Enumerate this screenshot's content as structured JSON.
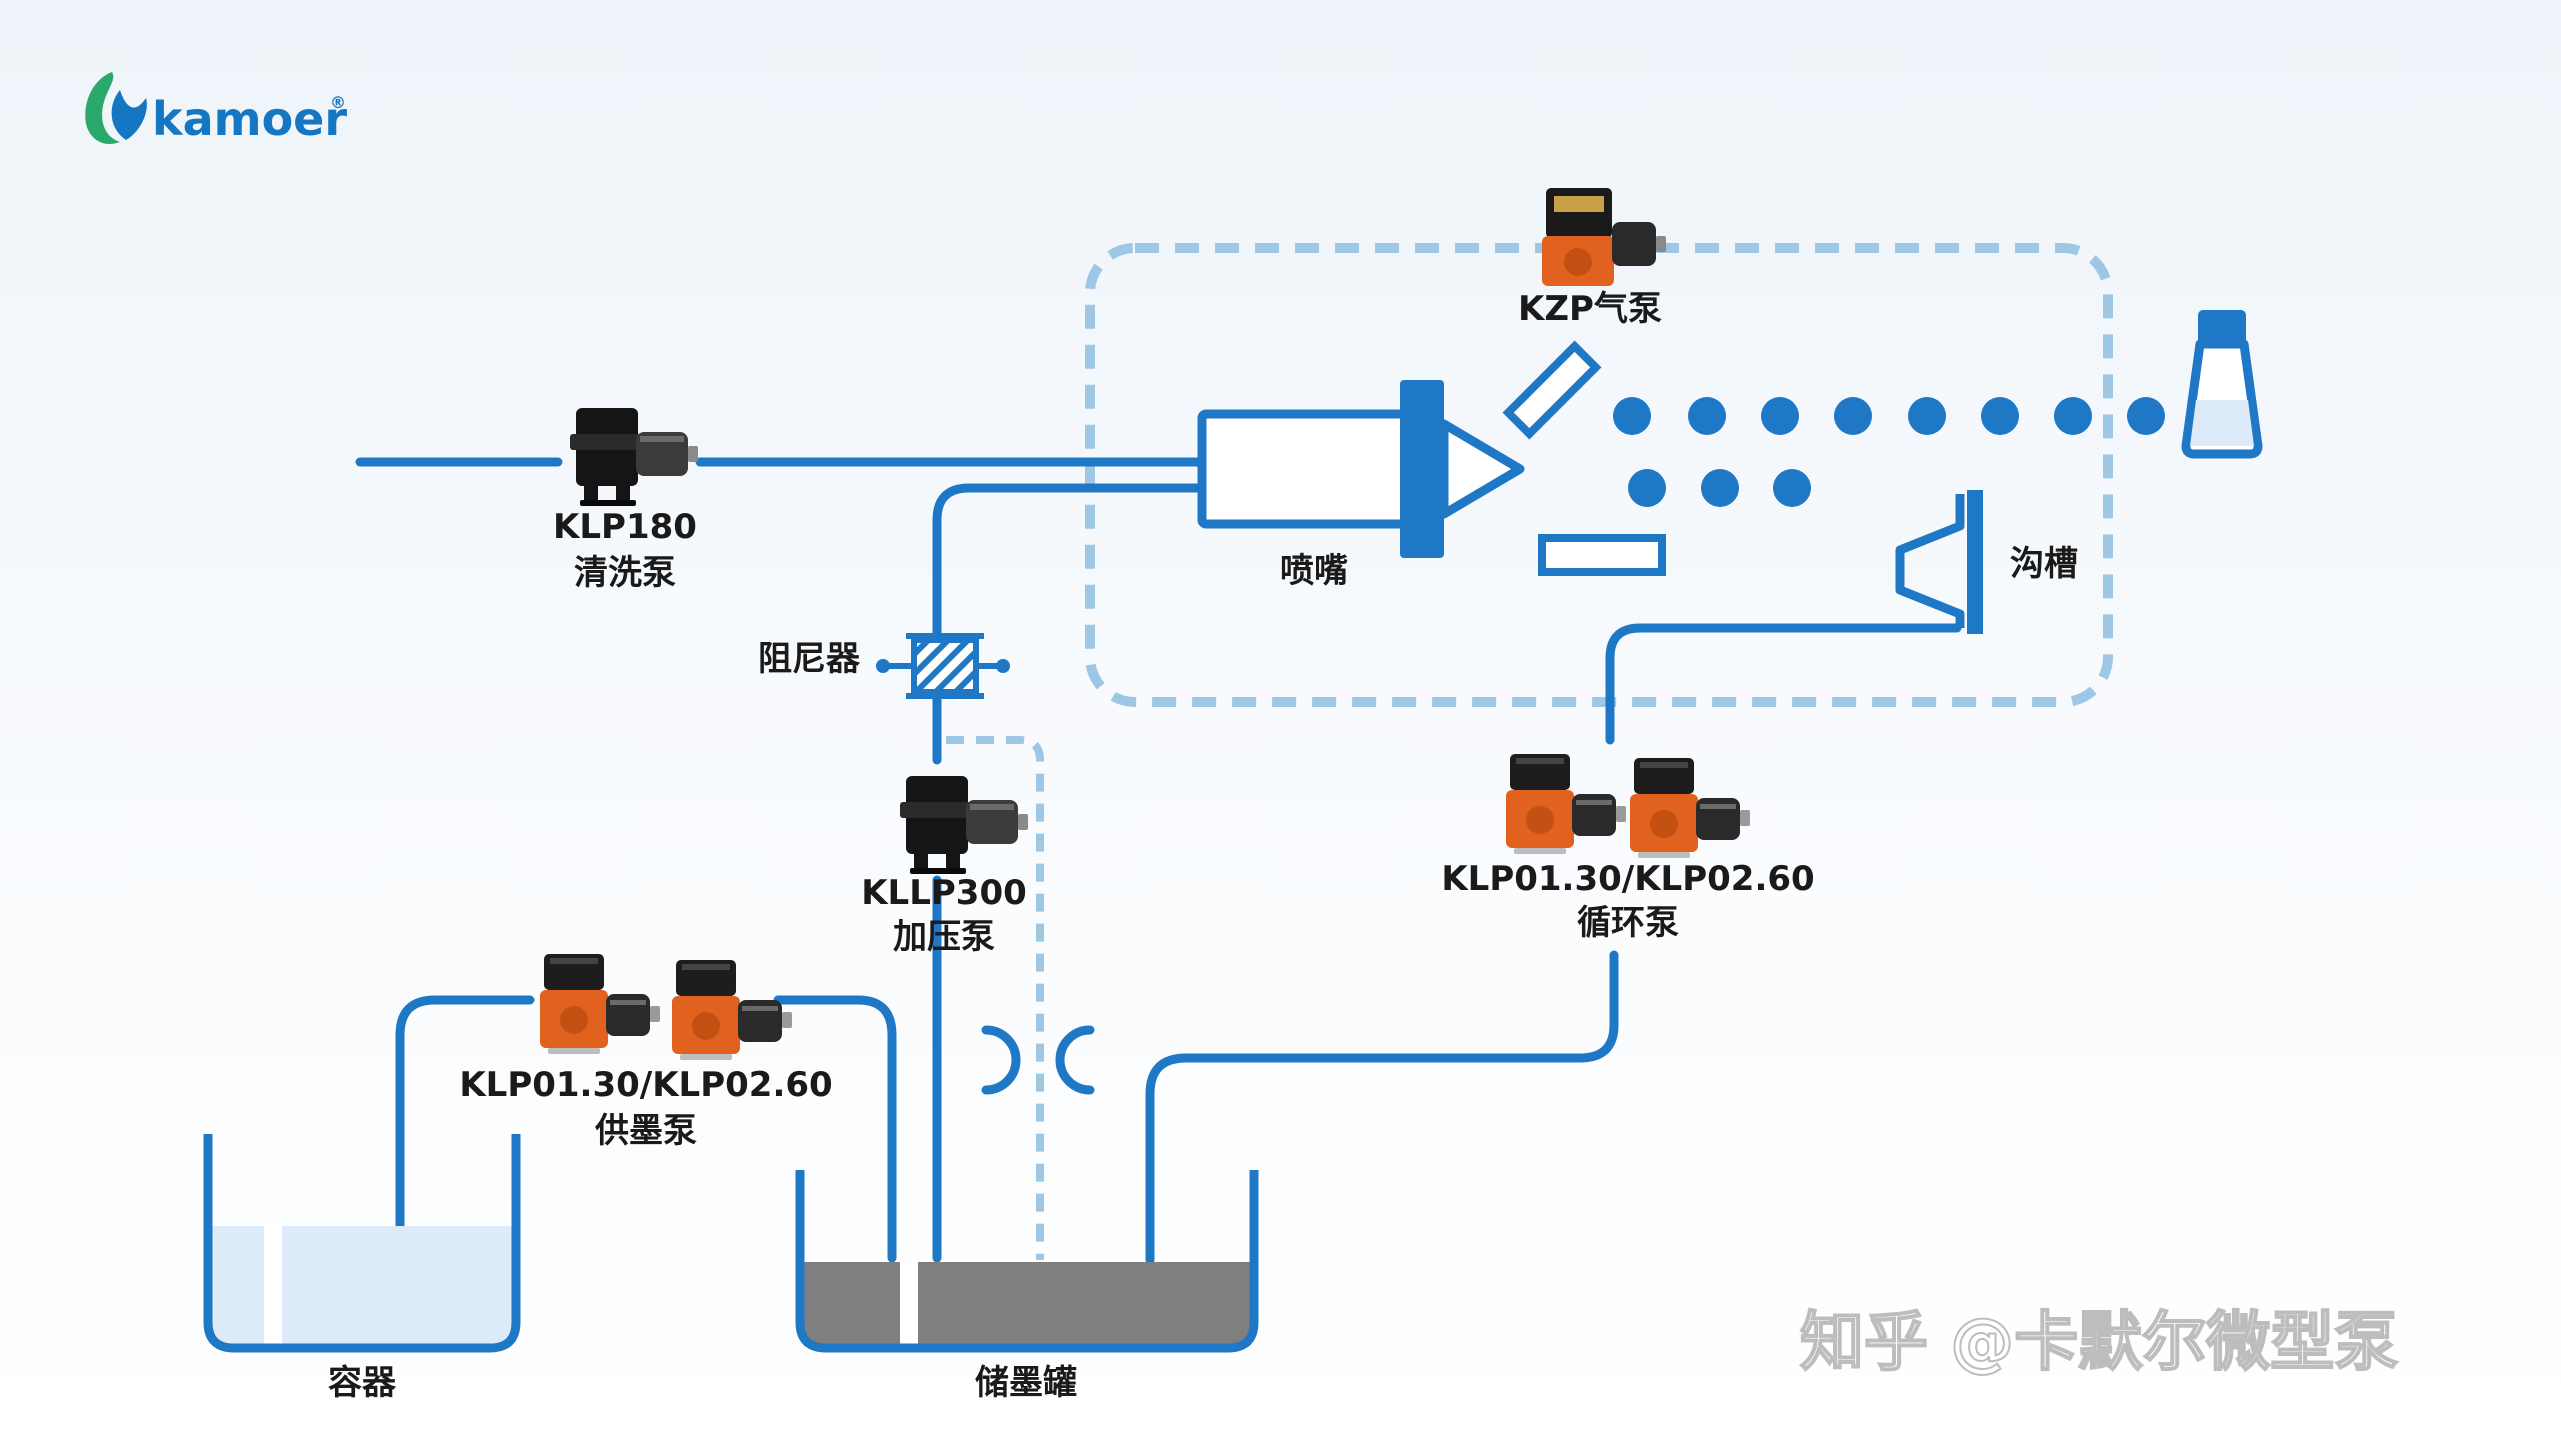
{
  "brand": {
    "name": "kamoer",
    "registered": "®"
  },
  "colors": {
    "pipe": "#1f78c5",
    "pipe_dashed": "#9ec7e6",
    "pump_orange": "#e0621e",
    "pump_dark": "#1e1e1e",
    "ink_gray": "#7f7f7f",
    "liquid_light": "#dcebf7",
    "text": "#1a1a1a",
    "logo_green": "#2aa96b",
    "logo_blue": "#1576c2"
  },
  "labels": {
    "kzp_pump": "KZP气泵",
    "klp180": "KLP180",
    "klp180_role": "清洗泵",
    "nozzle": "喷嘴",
    "gutter": "沟槽",
    "damper": "阻尼器",
    "kllp300": "KLLP300",
    "kllp300_role": "加压泵",
    "circulation_model": "KLP01.30/KLP02.60",
    "circulation_role": "循环泵",
    "supply_model": "KLP01.30/KLP02.60",
    "supply_role": "供墨泵",
    "container": "容器",
    "ink_tank": "储墨罐"
  },
  "watermark": {
    "text": "知乎 @卡默尔微型泵"
  },
  "icons": {
    "logo": "kamoer-logo-icon",
    "pump_black": "black-diaphragm-pump-icon",
    "pump_orange": "orange-diaphragm-pump-icon",
    "damper": "damper-filter-icon",
    "bottle": "bottle-icon"
  }
}
